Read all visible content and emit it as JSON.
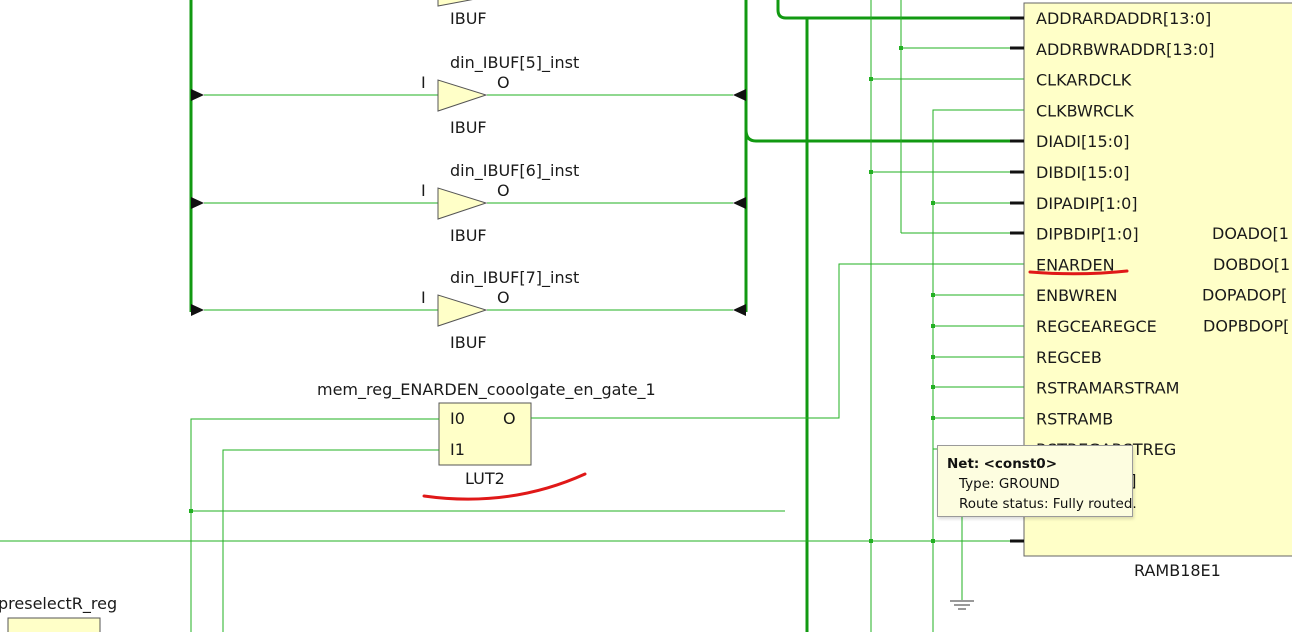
{
  "buffers": [
    {
      "inst": "",
      "type": "IBUF",
      "in": "",
      "out": ""
    },
    {
      "inst": "din_IBUF[5]_inst",
      "type": "IBUF",
      "in": "I",
      "out": "O"
    },
    {
      "inst": "din_IBUF[6]_inst",
      "type": "IBUF",
      "in": "I",
      "out": "O"
    },
    {
      "inst": "din_IBUF[7]_inst",
      "type": "IBUF",
      "in": "I",
      "out": "O"
    }
  ],
  "lut": {
    "inst": "mem_reg_ENARDEN_cooolgate_en_gate_1",
    "type": "LUT2",
    "in0": "I0",
    "in1": "I1",
    "out": "O"
  },
  "ram": {
    "type": "RAMB18E1",
    "left_pins": [
      "ADDRARDADDR[13:0]",
      "ADDRBWRADDR[13:0]",
      "CLKARDCLK",
      "CLKBWRCLK",
      "DIADI[15:0]",
      "DIBDI[15:0]",
      "DIPADIP[1:0]",
      "DIPBDIP[1:0]",
      "ENARDEN",
      "ENBWREN",
      "REGCEAREGCE",
      "REGCEB",
      "RSTRAMARSTRAM",
      "RSTRAMB",
      "RSTREGARSTREG",
      "WEBWE[3:0]"
    ],
    "right_pins": [
      "DOADO[1",
      "DOBDO[1",
      "DOPADOP[",
      "DOPBDOP["
    ]
  },
  "partial_cell": {
    "label": "preselectR_reg"
  },
  "tooltip": {
    "net_label": "Net:",
    "net_name": "<const0>",
    "type_line": "Type: GROUND",
    "route_line": "Route status: Fully routed."
  },
  "colors": {
    "wire": "#22b022",
    "bus": "#119911",
    "cell_fill": "#ffffc8",
    "cell_border": "#555555",
    "annotation": "#e01818"
  }
}
